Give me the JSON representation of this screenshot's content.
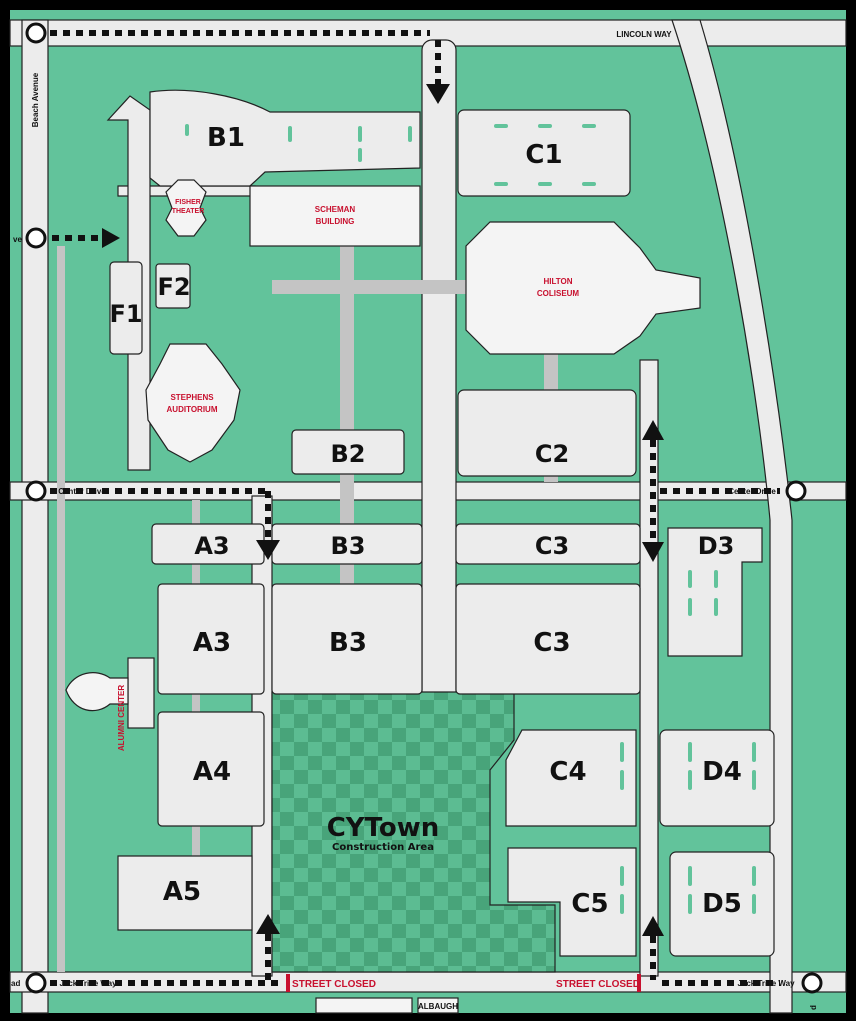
{
  "colors": {
    "green": "#62c39b",
    "road": "#ececec",
    "walk": "#c4c4c4",
    "border": "#000000",
    "accent": "#c8102e",
    "check_a": "#48a47a",
    "check_b": "#5cbc92"
  },
  "lots": {
    "b1": "B1",
    "c1": "C1",
    "f1": "F1",
    "f2": "F2",
    "b2": "B2",
    "c2": "C2",
    "a3_top": "A3",
    "b3_top": "B3",
    "c3_top": "C3",
    "d3": "D3",
    "a3_main": "A3",
    "b3_main": "B3",
    "c3_main": "C3",
    "a4": "A4",
    "c4": "C4",
    "d4": "D4",
    "a5": "A5",
    "c5": "C5",
    "d5": "D5"
  },
  "buildings": {
    "fisher_1": "FISHER",
    "fisher_2": "THEATER",
    "scheman_1": "SCHEMAN",
    "scheman_2": "BUILDING",
    "hilton_1": "HILTON",
    "hilton_2": "COLISEUM",
    "stephens_1": "STEPHENS",
    "stephens_2": "AUDITORIUM",
    "alumni": "ALUMNI CENTER",
    "albaugh": "ALBAUGH"
  },
  "streets": {
    "lincoln_way": "LINCOLN WAY",
    "beach_avenue": "Beach Avenue",
    "center_drive_left": "Center Drive",
    "center_drive_right": "Center Drive",
    "jack_trice_left": "Jack Trice Way",
    "jack_trice_right": "Jack Trice Way",
    "left_edge_top": "ve",
    "left_edge_bottom": "ad",
    "right_edge_bottom": "d"
  },
  "construction": {
    "title": "CYTown",
    "subtitle": "Construction Area"
  },
  "closures": {
    "left": "STREET CLOSED",
    "right": "STREET CLOSED"
  }
}
